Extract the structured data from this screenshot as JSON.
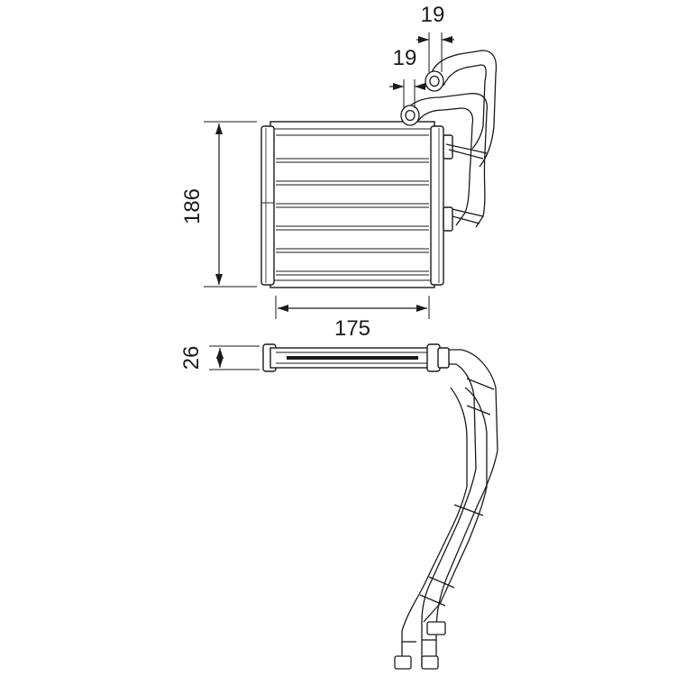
{
  "drawing": {
    "dimensions": {
      "height": "186",
      "width": "175",
      "depth": "26",
      "pipe_outlet": "19",
      "pipe_inlet": "19"
    },
    "line_color": "#1a1a1a",
    "fill_color": "#ffffff"
  }
}
